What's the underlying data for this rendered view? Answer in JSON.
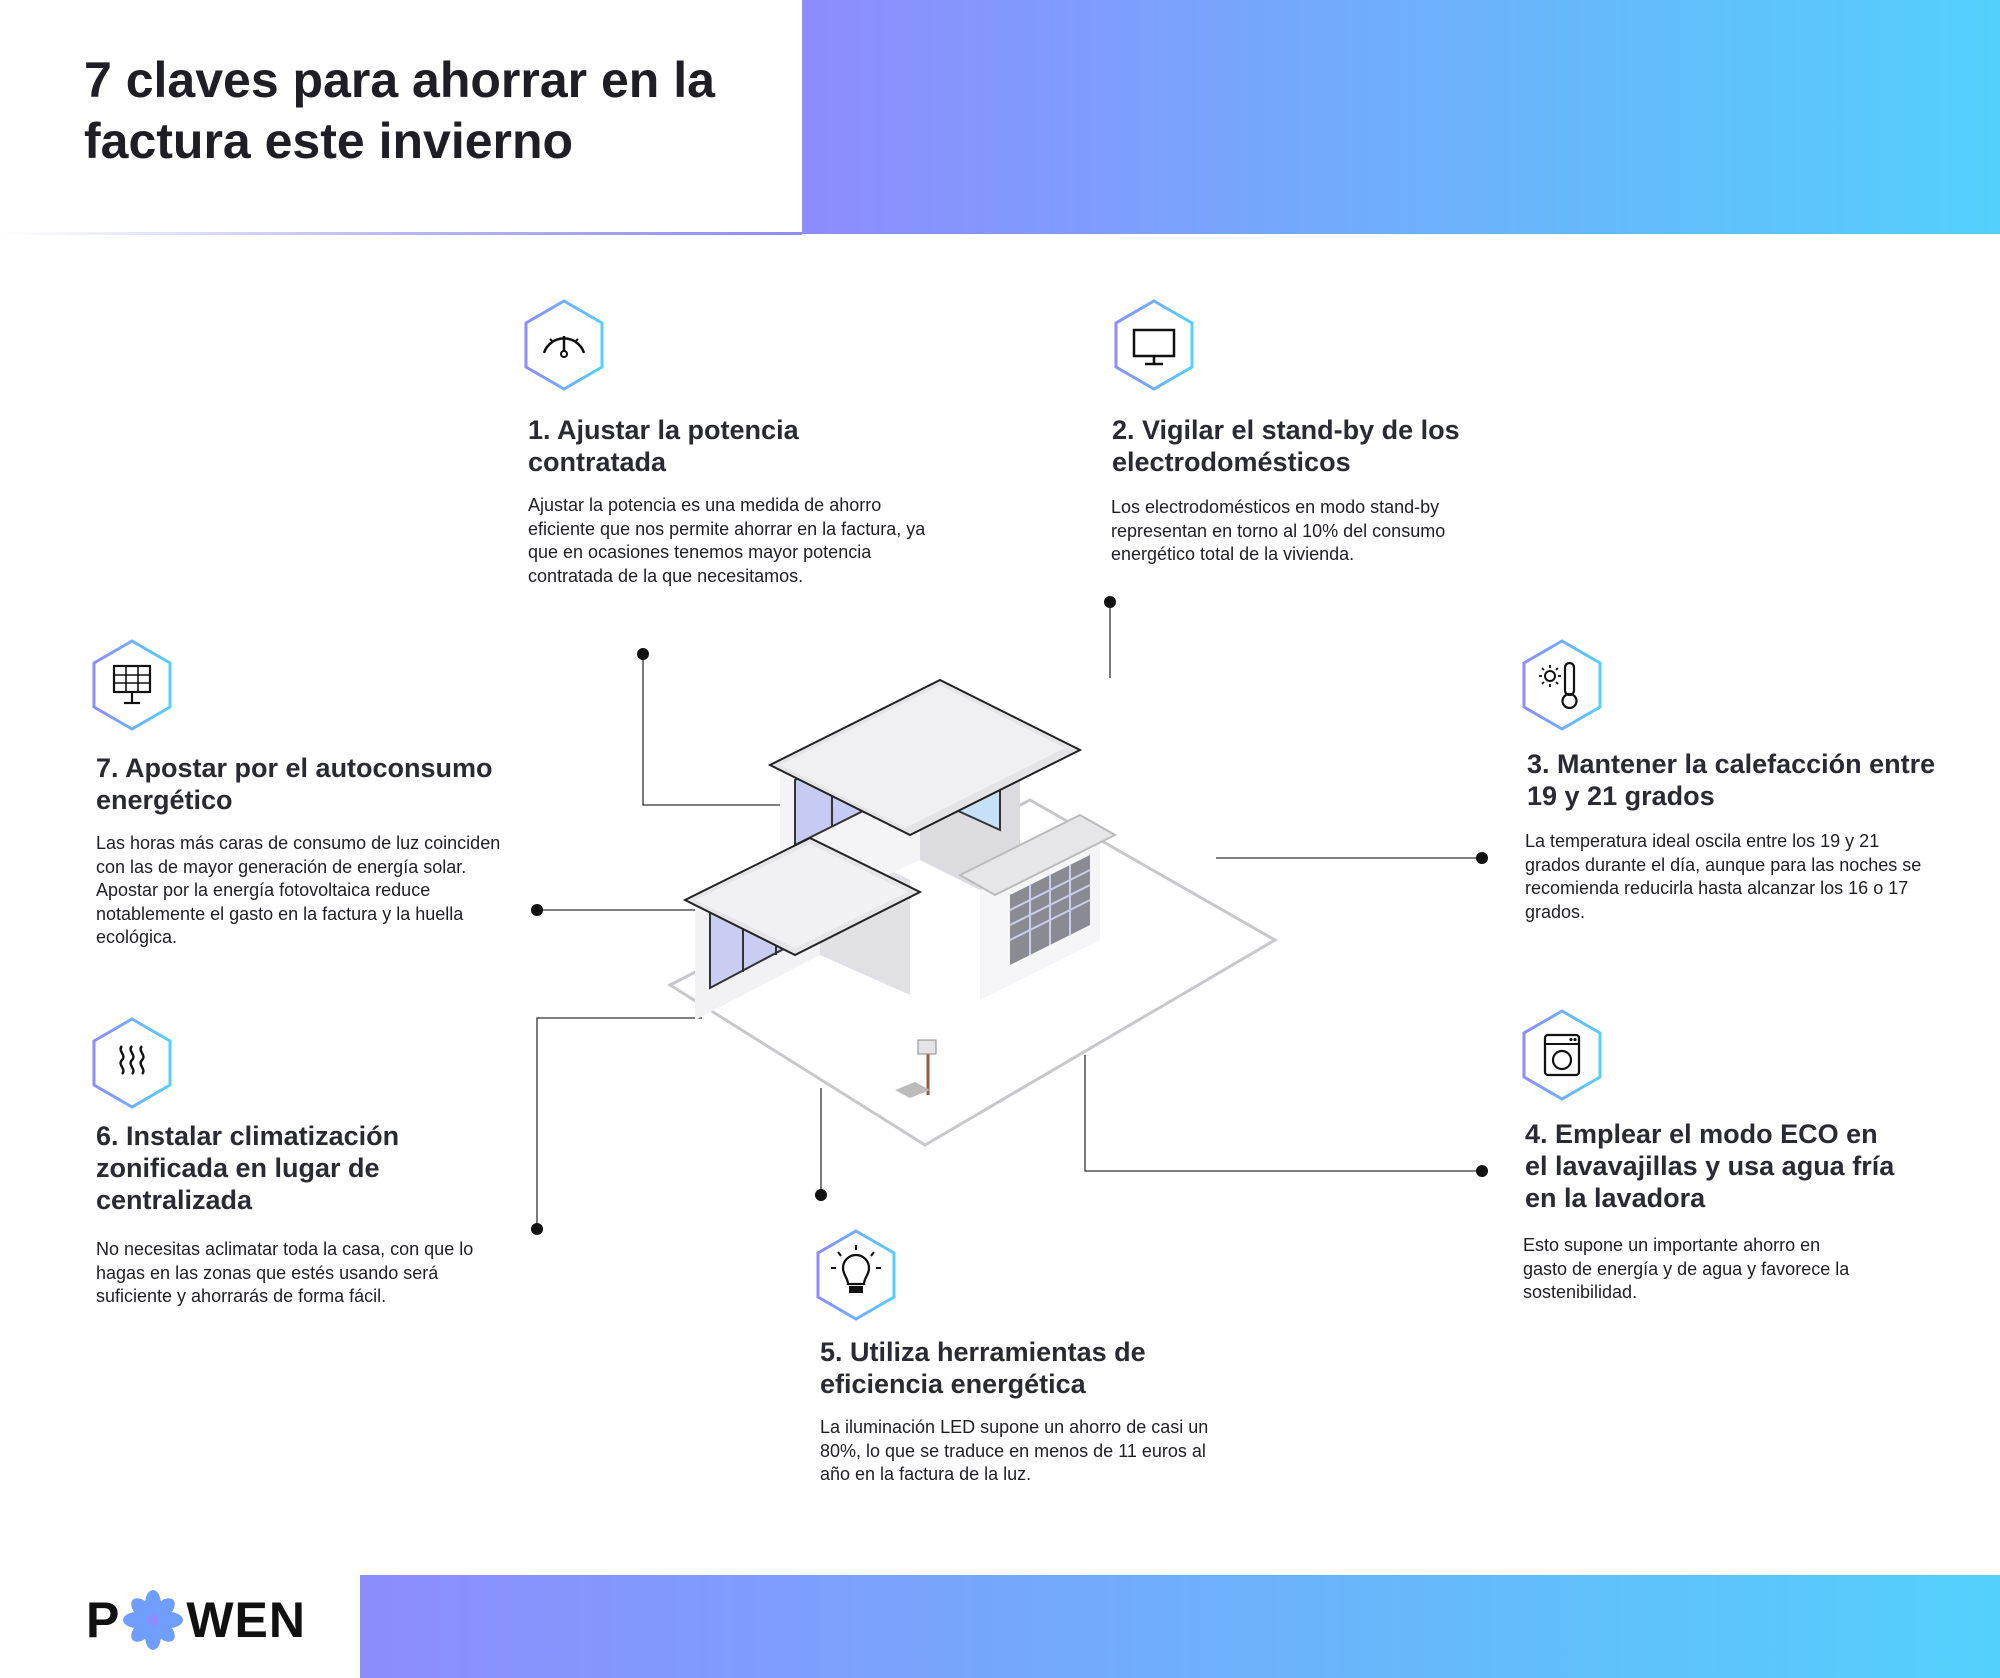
{
  "title": "7 claves para ahorrar en la factura este invierno",
  "brand": {
    "logo_text_left": "P",
    "logo_text_right": "WEN",
    "primary": "#8d8cfd",
    "secondary": "#53d0fc"
  },
  "items": [
    {
      "title": "1. Ajustar la potencia contratada",
      "desc": "Ajustar la potencia es una medida de ahorro eficiente que nos permite ahorrar en la factura, ya que en ocasiones tenemos mayor potencia contratada de la que necesitamos.",
      "icon": "gauge-icon"
    },
    {
      "title": "2. Vigilar el stand-by de los electrodomésticos",
      "desc": "Los electrodomésticos en modo stand-by representan en torno al 10% del consumo energético total de la vivienda.",
      "icon": "monitor-icon"
    },
    {
      "title": "3. Mantener la calefacción entre 19 y 21 grados",
      "desc": "La temperatura ideal oscila entre los 19 y 21 grados durante el día, aunque para las noches se recomienda reducirla hasta alcanzar los 16 o 17 grados.",
      "icon": "thermometer-icon"
    },
    {
      "title": "4. Emplear el modo ECO en el lavavajillas y usa agua fría en la lavadora",
      "desc": "Esto supone un importante ahorro en gasto de energía y de agua y favorece la sostenibilidad.",
      "icon": "washing-machine-icon"
    },
    {
      "title": "5. Utiliza herramientas de eficiencia energética",
      "desc": "La iluminación LED supone un ahorro de casi un 80%, lo que se traduce en menos de 11 euros al año en la factura de la luz.",
      "icon": "lightbulb-icon"
    },
    {
      "title": "6. Instalar climatización zonificada en lugar de centralizada",
      "desc": "No necesitas aclimatar toda la casa, con que lo hagas en las zonas que estés usando será suficiente y ahorrarás de forma fácil.",
      "icon": "heat-waves-icon"
    },
    {
      "title": "7. Apostar por el autoconsumo energético",
      "desc": "Las horas más caras de consumo de luz coinciden con las de mayor generación de energía solar. Apostar por la energía fotovoltaica reduce notablemente el gasto en la factura y la huella ecológica.",
      "icon": "solar-panel-icon"
    }
  ]
}
